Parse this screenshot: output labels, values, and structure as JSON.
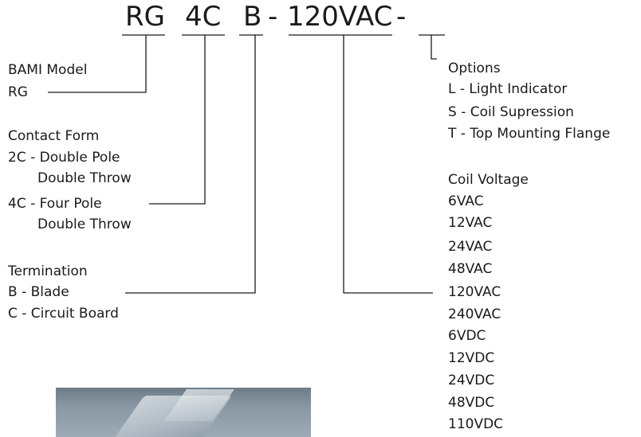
{
  "code": {
    "model": "RG",
    "contact": "4C",
    "termination": "B",
    "dash1": "-",
    "voltage": "120VAC",
    "dash2": "-"
  },
  "model_section": {
    "title": "BAMI Model",
    "value": "RG"
  },
  "contact_section": {
    "title": "Contact Form",
    "items": [
      "2C - Double Pole",
      "Double Throw",
      "4C  - Four Pole",
      "Double Throw"
    ]
  },
  "termination_section": {
    "title": "Termination",
    "items": [
      "B  - Blade",
      "C - Circuit Board"
    ]
  },
  "options_section": {
    "title": "Options",
    "items": [
      "L - Light Indicator",
      "S - Coil Supression",
      "T - Top Mounting Flange"
    ]
  },
  "voltage_section": {
    "title": "Coil Voltage",
    "items": [
      "6VAC",
      "12VAC",
      "24VAC",
      "48VAC",
      "120VAC",
      "240VAC",
      "6VDC",
      "12VDC",
      "24VDC",
      "48VDC",
      "110VDC"
    ]
  },
  "colors": {
    "text": "#1a1a1a",
    "line": "#1a1a1a"
  }
}
